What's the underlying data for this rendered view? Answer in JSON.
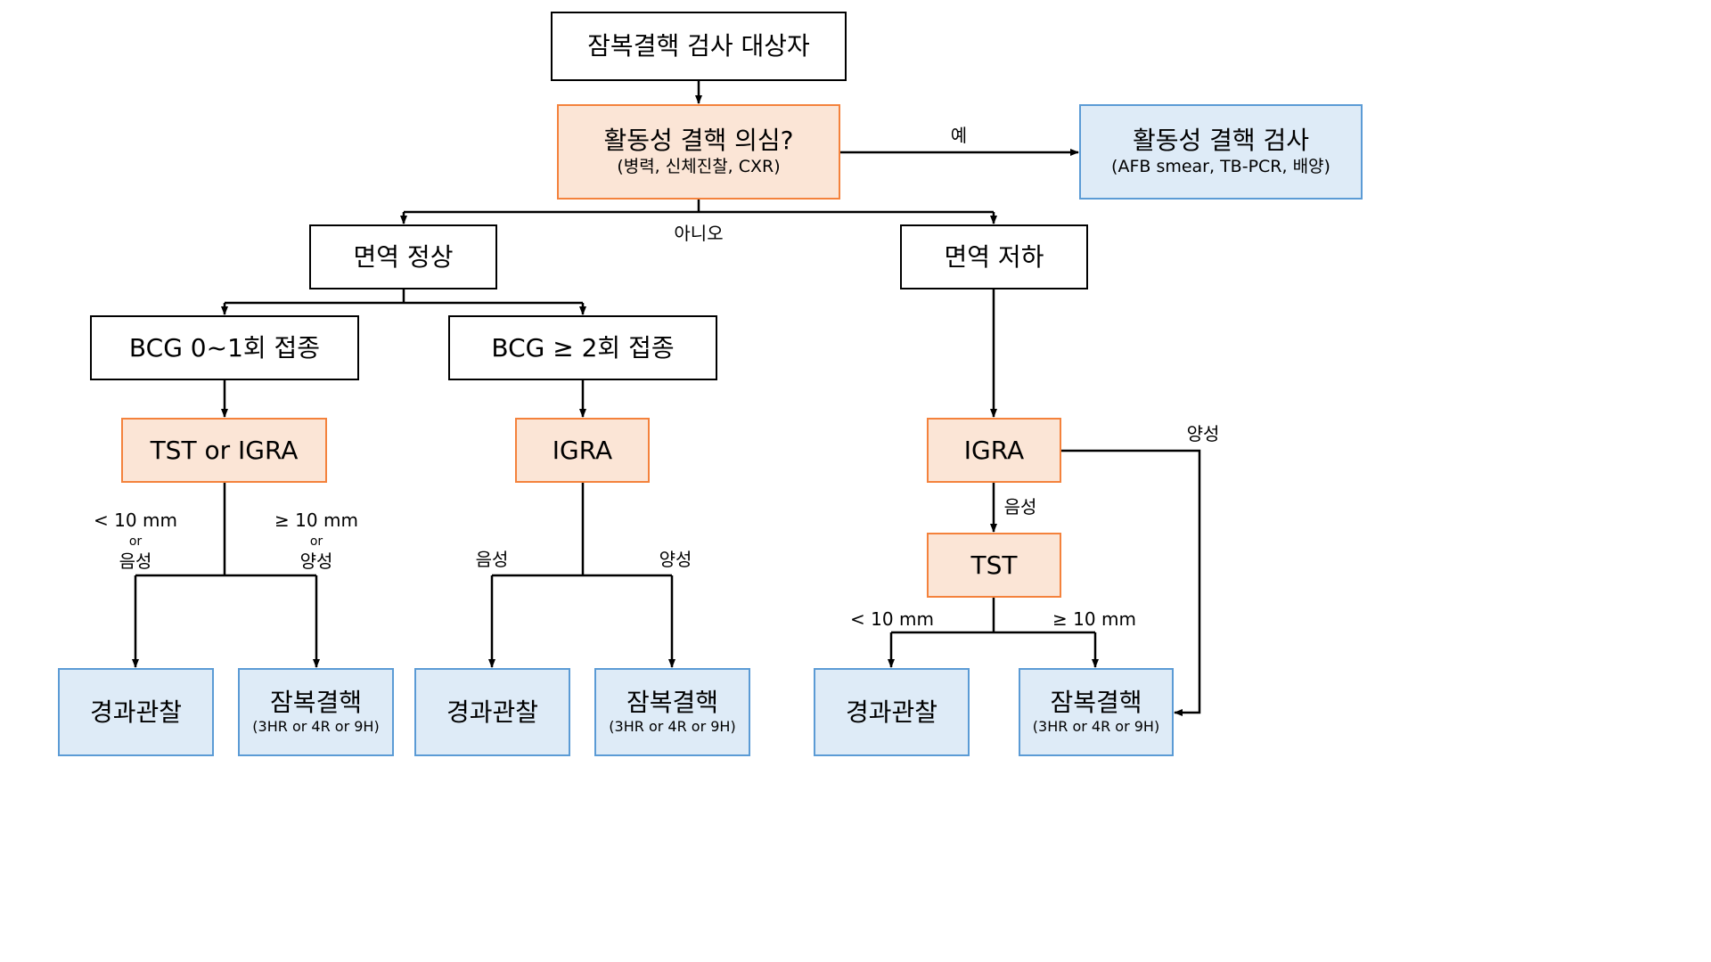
{
  "colors": {
    "decision_fill": "#fbe5d6",
    "decision_border": "#f4823c",
    "outcome_fill": "#deebf7",
    "outcome_border": "#5b9bd5"
  },
  "nodes": {
    "start": "잠복결핵 검사 대상자",
    "active_q": {
      "title": "활동성 결핵 의심?",
      "sub": "(병력, 신체진찰, CXR)"
    },
    "active_test": {
      "title": "활동성 결핵 검사",
      "sub": "(AFB smear, TB-PCR, 배양)"
    },
    "immune_normal": "면역 정상",
    "immune_low": "면역 저하",
    "bcg_01": "BCG 0~1회 접종",
    "bcg_2": "BCG ≥ 2회 접종",
    "tst_or_igra": "TST or IGRA",
    "igra_mid": "IGRA",
    "igra_right": "IGRA",
    "tst_right": "TST",
    "observe": "경과관찰",
    "ltbi": {
      "title": "잠복결핵",
      "sub": "(3HR or 4R or 9H)"
    }
  },
  "labels": {
    "yes": "예",
    "no": "아니오",
    "lt10": "< 10 mm",
    "ge10": "≥ 10 mm",
    "or": "or",
    "negative": "음성",
    "positive": "양성"
  }
}
